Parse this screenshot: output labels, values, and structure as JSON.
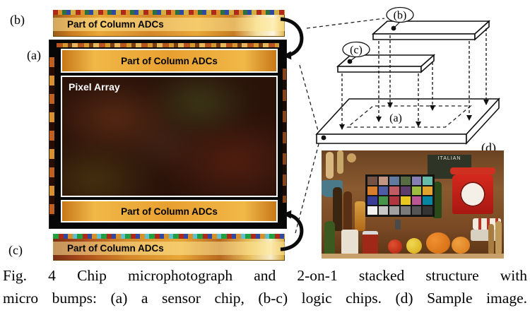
{
  "labels": {
    "a": "(a)",
    "b": "(b)",
    "c": "(c)",
    "d": "(d)"
  },
  "chip_photo": {
    "strip_b_text": "Part of Column ADCs",
    "strip_c_text": "Part of Column ADCs",
    "top_band_text": "Part of Column ADCs",
    "bottom_band_text": "Part of Column ADCs",
    "pixel_array_text": "Pixel Array"
  },
  "diagram": {
    "label_a": "(a)",
    "label_b": "(b)",
    "label_c": "(c)"
  },
  "sample_image": {
    "label_d": "(d)",
    "box_text": "ITALIAN",
    "color_checker": [
      [
        "#735244",
        "#c29682",
        "#627a9d",
        "#576c43",
        "#8580b1",
        "#67bdaa"
      ],
      [
        "#d67e2c",
        "#505ba6",
        "#c15a63",
        "#5e3c6c",
        "#9dbc40",
        "#e0a32e"
      ],
      [
        "#383d96",
        "#469449",
        "#af363c",
        "#e7c71f",
        "#bb5695",
        "#0885a1"
      ],
      [
        "#f3f3f2",
        "#c8c8c8",
        "#a0a0a0",
        "#7a7a7a",
        "#555555",
        "#343434"
      ]
    ]
  },
  "caption": {
    "line1": "Fig. 4 Chip microphotograph and 2-on-1 stacked structure with",
    "line2": "micro bumps: (a) a sensor chip, (b-c) logic chips. (d) Sample image."
  },
  "colors": {
    "adc_gold": "#e8a030",
    "scale_red": "#c41f16",
    "pixel_array_base": "#2a1209"
  }
}
